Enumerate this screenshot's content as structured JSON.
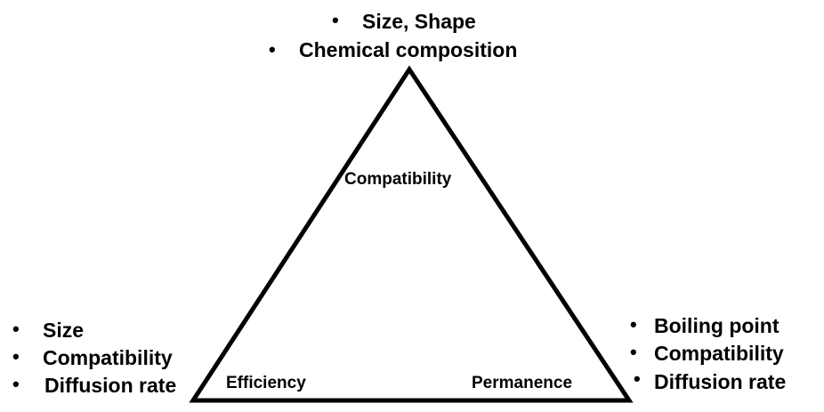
{
  "diagram": {
    "type": "triangle",
    "vertices": {
      "top": {
        "label": "Compatibility",
        "factors": [
          "Size, Shape",
          "Chemical composition"
        ]
      },
      "bottom_left": {
        "label": "Efficiency",
        "factors": [
          "Size",
          "Compatibility",
          "Diffusion rate"
        ]
      },
      "bottom_right": {
        "label": "Permanence",
        "factors": [
          "Boiling point",
          "Compatibility",
          "Diffusion rate"
        ]
      }
    },
    "bullet_glyph": "•",
    "line_color": "#000000"
  }
}
